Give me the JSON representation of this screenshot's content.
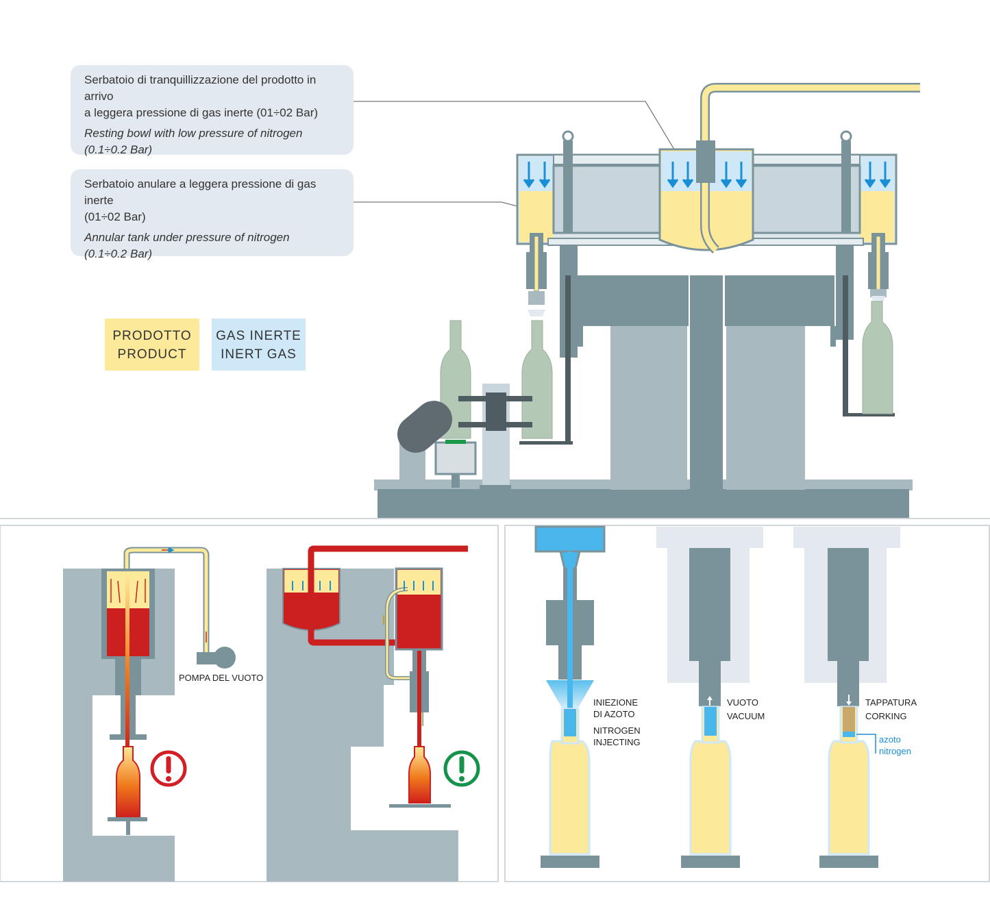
{
  "callouts": {
    "resting_bowl": {
      "it_line1": "Serbatoio di tranquillizzazione del prodotto in arrivo",
      "it_line2": "a leggera pressione di gas inerte (01÷02 Bar)",
      "en_line1": "Resting bowl with low pressure of nitrogen",
      "en_line2": "(0.1÷0.2 Bar)"
    },
    "annular_tank": {
      "it_line1": "Serbatoio anulare a leggera pressione di gas inerte",
      "it_line2": "(01÷02 Bar)",
      "en_line1": "Annular tank under pressure of nitrogen",
      "en_line2": "(0.1÷0.2 Bar)"
    }
  },
  "legend": {
    "product": {
      "line1": "PRODOTTO",
      "line2": "PRODUCT",
      "color": "#fde99a"
    },
    "inert_gas": {
      "line1": "GAS INERTE",
      "line2": "INERT GAS",
      "color": "#cfe8f8"
    }
  },
  "labels": {
    "vacuum_pump": "POMPA DEL VUOTO",
    "injection_it_1": "INIEZIONE",
    "injection_it_2": "DI AZOTO",
    "injection_en_1": "NITROGEN",
    "injection_en_2": "INJECTING",
    "vacuum_it": "VUOTO",
    "vacuum_en": "VACUUM",
    "corking_it": "TAPPATURA",
    "corking_en": "CORKING",
    "nitrogen_it": "azoto",
    "nitrogen_en": "nitrogen",
    "warning_symbol": "!",
    "ok_symbol": "!"
  },
  "colors": {
    "product": "#fde99a",
    "inert_gas": "#4ab7ec",
    "machine_dark": "#7a939b",
    "machine_light": "#a8b9c0",
    "wine_red": "#cc1f1f",
    "bottle_green": "#b3c9b5",
    "warning_red": "#d11f25",
    "ok_green": "#15934a"
  }
}
